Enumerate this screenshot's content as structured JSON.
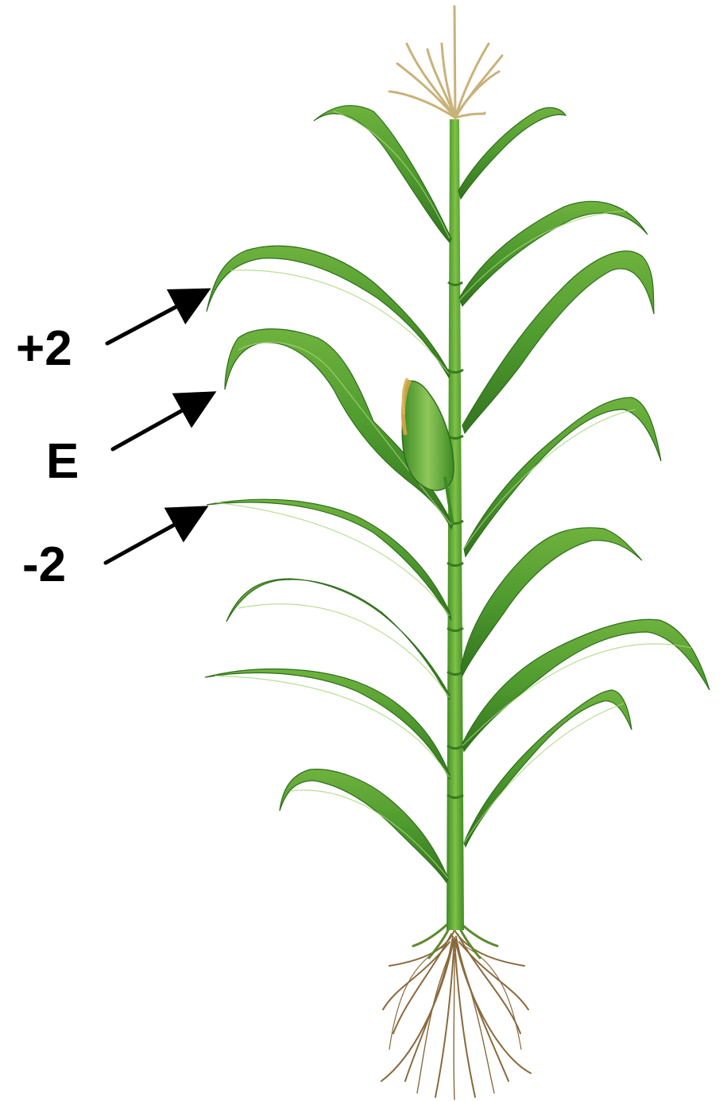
{
  "labels": {
    "plus_two": "+2",
    "ear_leaf": "E",
    "minus_two": "-2"
  },
  "colors": {
    "background": "#ffffff",
    "leaf": "#4e9a2e",
    "leaf_dark": "#2f6e1c",
    "leaf_light": "#8cc45a",
    "stalk": "#5ea832",
    "tassel": "#c9b27a",
    "silk": "#c9a24a",
    "roots": "#8a6a3e",
    "arrow": "#000000",
    "label": "#000000"
  }
}
